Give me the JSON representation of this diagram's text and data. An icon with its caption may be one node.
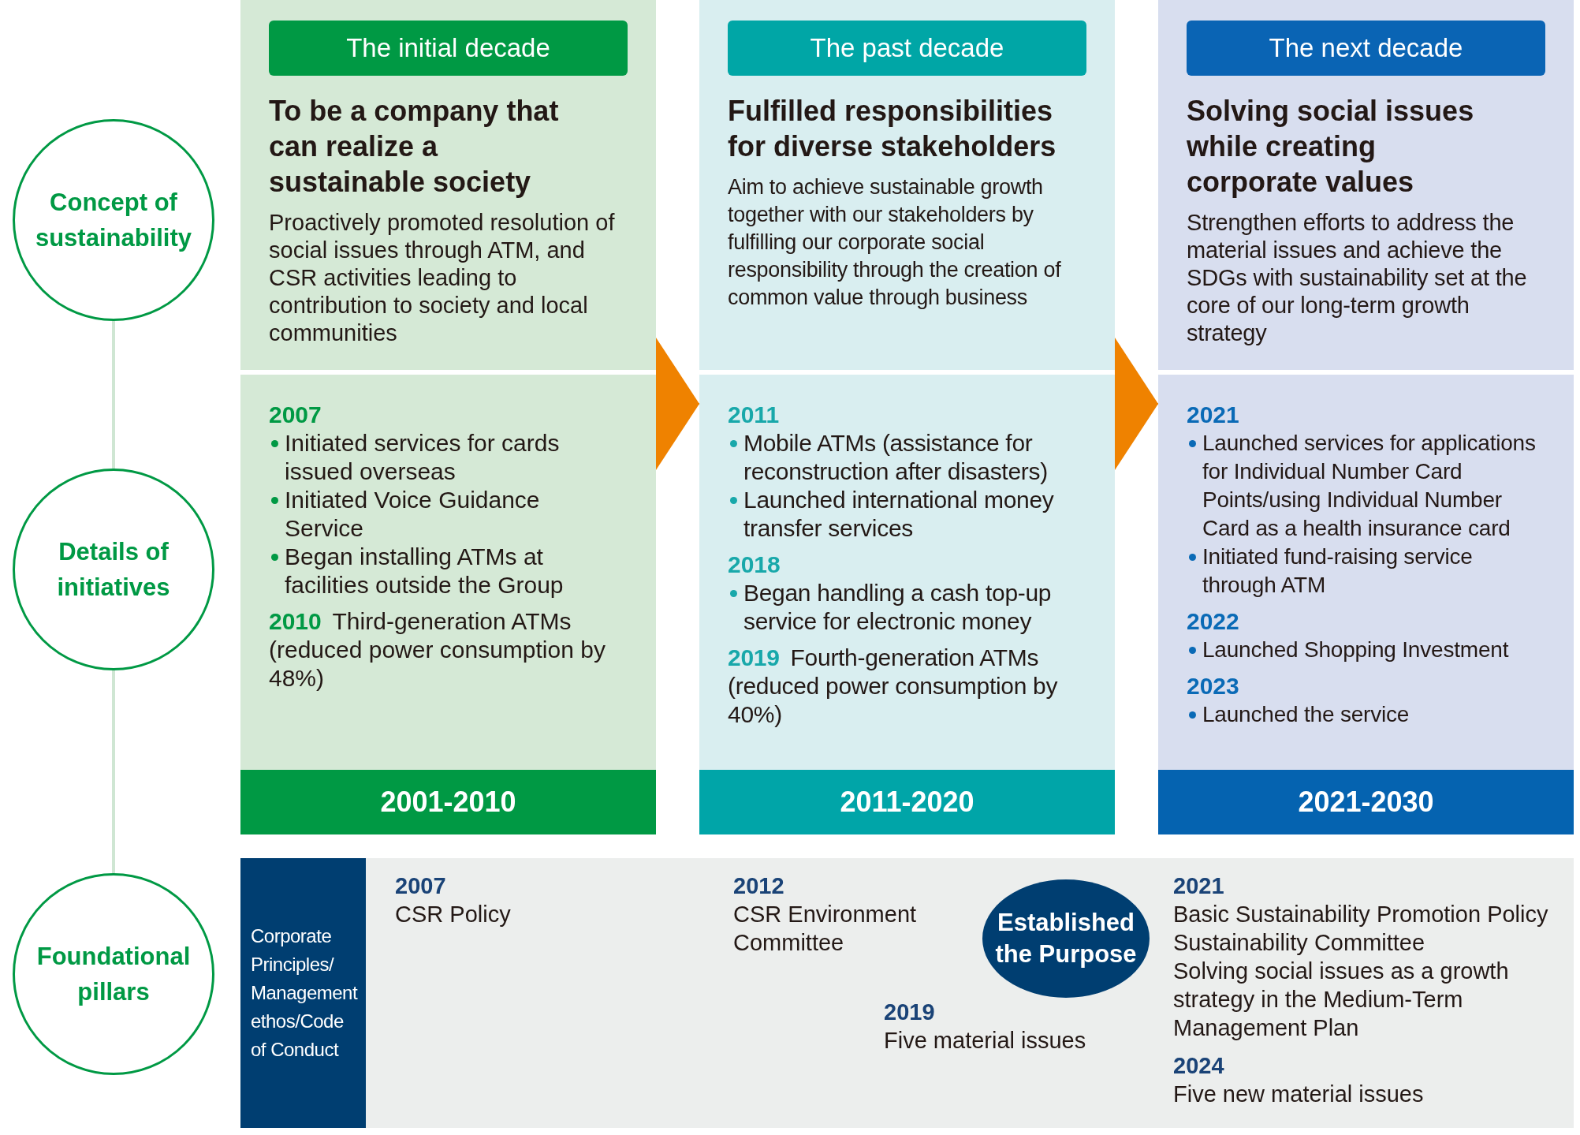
{
  "diagram": {
    "nodes": [
      {
        "text": [
          "Concept of sustainability"
        ]
      },
      {
        "text": [
          "Details of initiatives"
        ]
      },
      {
        "text": [
          "Foundational pillars"
        ]
      },
      {
        "text": [
          "To be a company that can realize a sustainable society",
          "Proactively promoted resolution of social issues through ATM, and CSR activities leading to contribution to society and local communities"
        ]
      },
      {
        "text": [
          "The initial decade"
        ],
        "in": 3
      },
      {
        "text": [
          "2007",
          "Initiated services for cards issued overseas",
          "Initiated Voice Guidance Service",
          "Began installing ATMs at facilities outside the Group",
          "**2010** Third-generation ATMs (reduced power consumption by 48%)"
        ]
      },
      {
        "text": [
          "2001-2010"
        ]
      },
      {
        "text": [
          "Fulfilled responsibilities for diverse stakeholders",
          "Aim to achieve sustainable growth together with our stakeholders by fulfilling our corporate social responsibility through the creation of common value through business"
        ]
      },
      {
        "text": [
          "The past decade"
        ],
        "in": 7
      },
      {
        "text": [
          "2011",
          "Mobile ATMs (assistance for reconstruction after disasters)",
          "Launched international money transfer services",
          "2018",
          "Began handling a cash top-up service for electronic money",
          "**2019** Fourth-generation ATMs (reduced power consumption by 40%)"
        ]
      },
      {
        "text": [
          "2011-2020"
        ]
      },
      {
        "text": [
          "Solving social issues while creating corporate values",
          "Strengthen efforts to address the material issues and achieve the SDGs with sustainability set at the core of our long-term growth strategy"
        ]
      },
      {
        "text": [
          "The next decade"
        ],
        "in": 11
      },
      {
        "text": [
          "2021",
          "Launched services for applications for Individual Number Card Points/using Individual Number Card as a health insurance card",
          "Initiated fund-raising service through ATM",
          "2022",
          "Launched Shopping Investment",
          "2023",
          "Launched the service"
        ]
      },
      {
        "text": [
          "2021-2030"
        ]
      },
      {
        "text": [
          "2007",
          "CSR Policy",
          "2012",
          "CSR Environment Committee",
          "2019",
          "Five material issues",
          "2021",
          "Basic Sustainability Promotion Policy",
          "Sustainability Committee",
          "Solving social issues as a growth strategy in the Medium-Term Management Plan",
          "2024",
          "Five new material issues"
        ]
      },
      {
        "text": [
          "Corporate Principles/ Management ethos/Code of Conduct"
        ],
        "in": 15
      },
      {
        "text": [
          "Established the Purpose"
        ],
        "in": 15
      }
    ],
    "edges": [
      {
        "from": 0,
        "to": 1,
        "arrow": "none",
        "color": "#cfe6d3"
      },
      {
        "from": 1,
        "to": 2,
        "arrow": "none",
        "color": "#cfe6d3"
      },
      {
        "from": 5,
        "to": 9,
        "arrow": "to",
        "color": "#ef8200"
      },
      {
        "from": 9,
        "to": 13,
        "arrow": "to",
        "color": "#ef8200"
      }
    ]
  }
}
